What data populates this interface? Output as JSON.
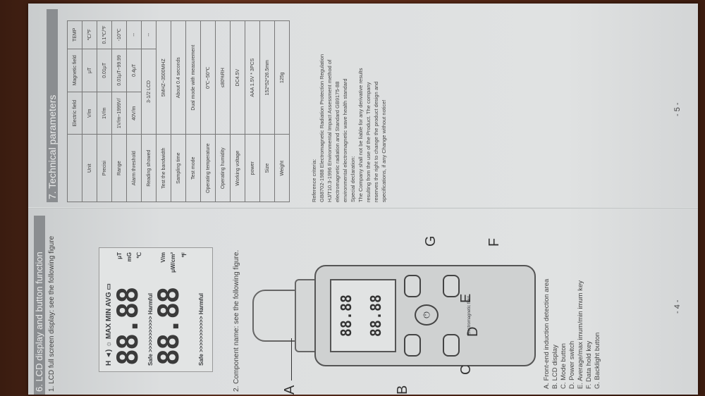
{
  "left_page": {
    "heading": "6. LCD display and button function",
    "lcd_intro": "1. LCD full screen display: see the following figure",
    "lcd": {
      "top_icons": "H ◄) ☼ MAX MIN AVG ▭",
      "digits_top": "88.88",
      "digits_bottom": "88.88",
      "bar_top": "Safe >>>>>>>>>>> Harmful",
      "bar_bottom": "Safe >>>>>>>>>>> Harmful",
      "units_top": [
        "μT",
        "mG",
        "℃"
      ],
      "units_bottom": [
        "V/m",
        "μW/cm²",
        "℉"
      ]
    },
    "component_intro": "2. Component name: see the following figure.",
    "meter": {
      "screen_top": "88.88",
      "screen_bottom": "88.88",
      "brand": "Electromagnetic field"
    },
    "callouts": [
      "A",
      "B",
      "C",
      "D",
      "E",
      "F",
      "G"
    ],
    "legend": [
      "A. Front-end induction detection area",
      "B. LCD display",
      "C. Mode button",
      "D. Power switch",
      "E. Average/max imum/min imum key",
      "F. Data hold key",
      "G. Backlight button"
    ],
    "page_number": "- 4 -"
  },
  "right_page": {
    "heading": "7. Technical parameters",
    "table": {
      "headers": [
        "",
        "Electric field",
        "Magnetic field",
        "TEMP"
      ],
      "rows": [
        [
          "Unit",
          "V/m",
          "μT",
          "℃/℉"
        ],
        [
          "Precisi",
          "1V/m",
          "0.01μT",
          "0.1℃/℉"
        ],
        [
          "Range",
          "1V/m~1999V/",
          "0.01μT~99.99",
          "-10℃"
        ],
        [
          "Alarm threshold",
          "40V/m",
          "0.4μT",
          "--"
        ],
        [
          "Reading showed",
          "3-1/2 LCD",
          "",
          "--"
        ],
        [
          "Test the bandwidth",
          "5MHZ~3500MHZ",
          "",
          ""
        ],
        [
          "Sampling time",
          "About 0.4 seconds",
          "",
          ""
        ],
        [
          "Test mode",
          "Dual mode with measurement",
          "",
          ""
        ],
        [
          "Operating temperature",
          "0℃~50℃",
          "",
          ""
        ],
        [
          "Operating humidity",
          "≤80%RH",
          "",
          ""
        ],
        [
          "Working voltage",
          "DC4.5V",
          "",
          ""
        ],
        [
          "power",
          "AAA 1.5V * 3PCS",
          "",
          ""
        ],
        [
          "Size",
          "152*52*26.5mm",
          "",
          ""
        ],
        [
          "Weight",
          "125g",
          "",
          ""
        ]
      ]
    },
    "reference": [
      "Reference criteria:",
      "GB8702-1988 Electromagnetic Radiation Protection Regulation",
      "HJ/T10.3-1996 Environmental Impact Assessment method of",
      "electromagnetic radiation and Standard GB9175-88",
      "environmental electromagnetic wave health standard",
      "Special declaration:",
      "The Company shall not be liable for any derivative results",
      "resulting from the use of the Product. The company",
      "reserves the right to change the product design and",
      "specifications, if any Change without notice!"
    ],
    "page_number": "- 5 -"
  }
}
